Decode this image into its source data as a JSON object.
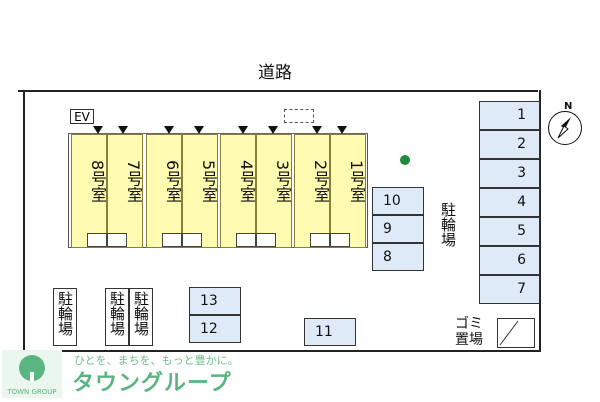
{
  "road": {
    "label": "道路"
  },
  "building": {
    "ev_label": "EV",
    "units": [
      {
        "label": "8号室"
      },
      {
        "label": "7号室"
      },
      {
        "label": "6号室"
      },
      {
        "label": "5号室"
      },
      {
        "label": "4号室"
      },
      {
        "label": "3号室"
      },
      {
        "label": "2号室"
      },
      {
        "label": "1号室"
      }
    ]
  },
  "bike_parking": {
    "right_label": "駐輪場",
    "left_label_1": "駐輪場",
    "left_label_2": "駐輪場",
    "left_label_3": "駐輪場"
  },
  "parking_spaces": {
    "right_column": [
      "1",
      "2",
      "3",
      "4",
      "5",
      "6",
      "7"
    ],
    "middle_column": [
      "10",
      "9",
      "8"
    ],
    "left_pair": [
      "13",
      "12"
    ],
    "bottom_single": "11"
  },
  "garbage": {
    "label": "ゴミ置場"
  },
  "compass": {
    "label": "N"
  },
  "logo": {
    "tagline": "ひとを、まちを、もっと豊かに。",
    "name": "タウングループ",
    "group_text": "TOWN GROUP"
  },
  "colors": {
    "unit_fill": "#fffbb0",
    "parking_fill": "#dfeaf8",
    "tree": "#1e8a3a",
    "logo": "#5bb581"
  }
}
